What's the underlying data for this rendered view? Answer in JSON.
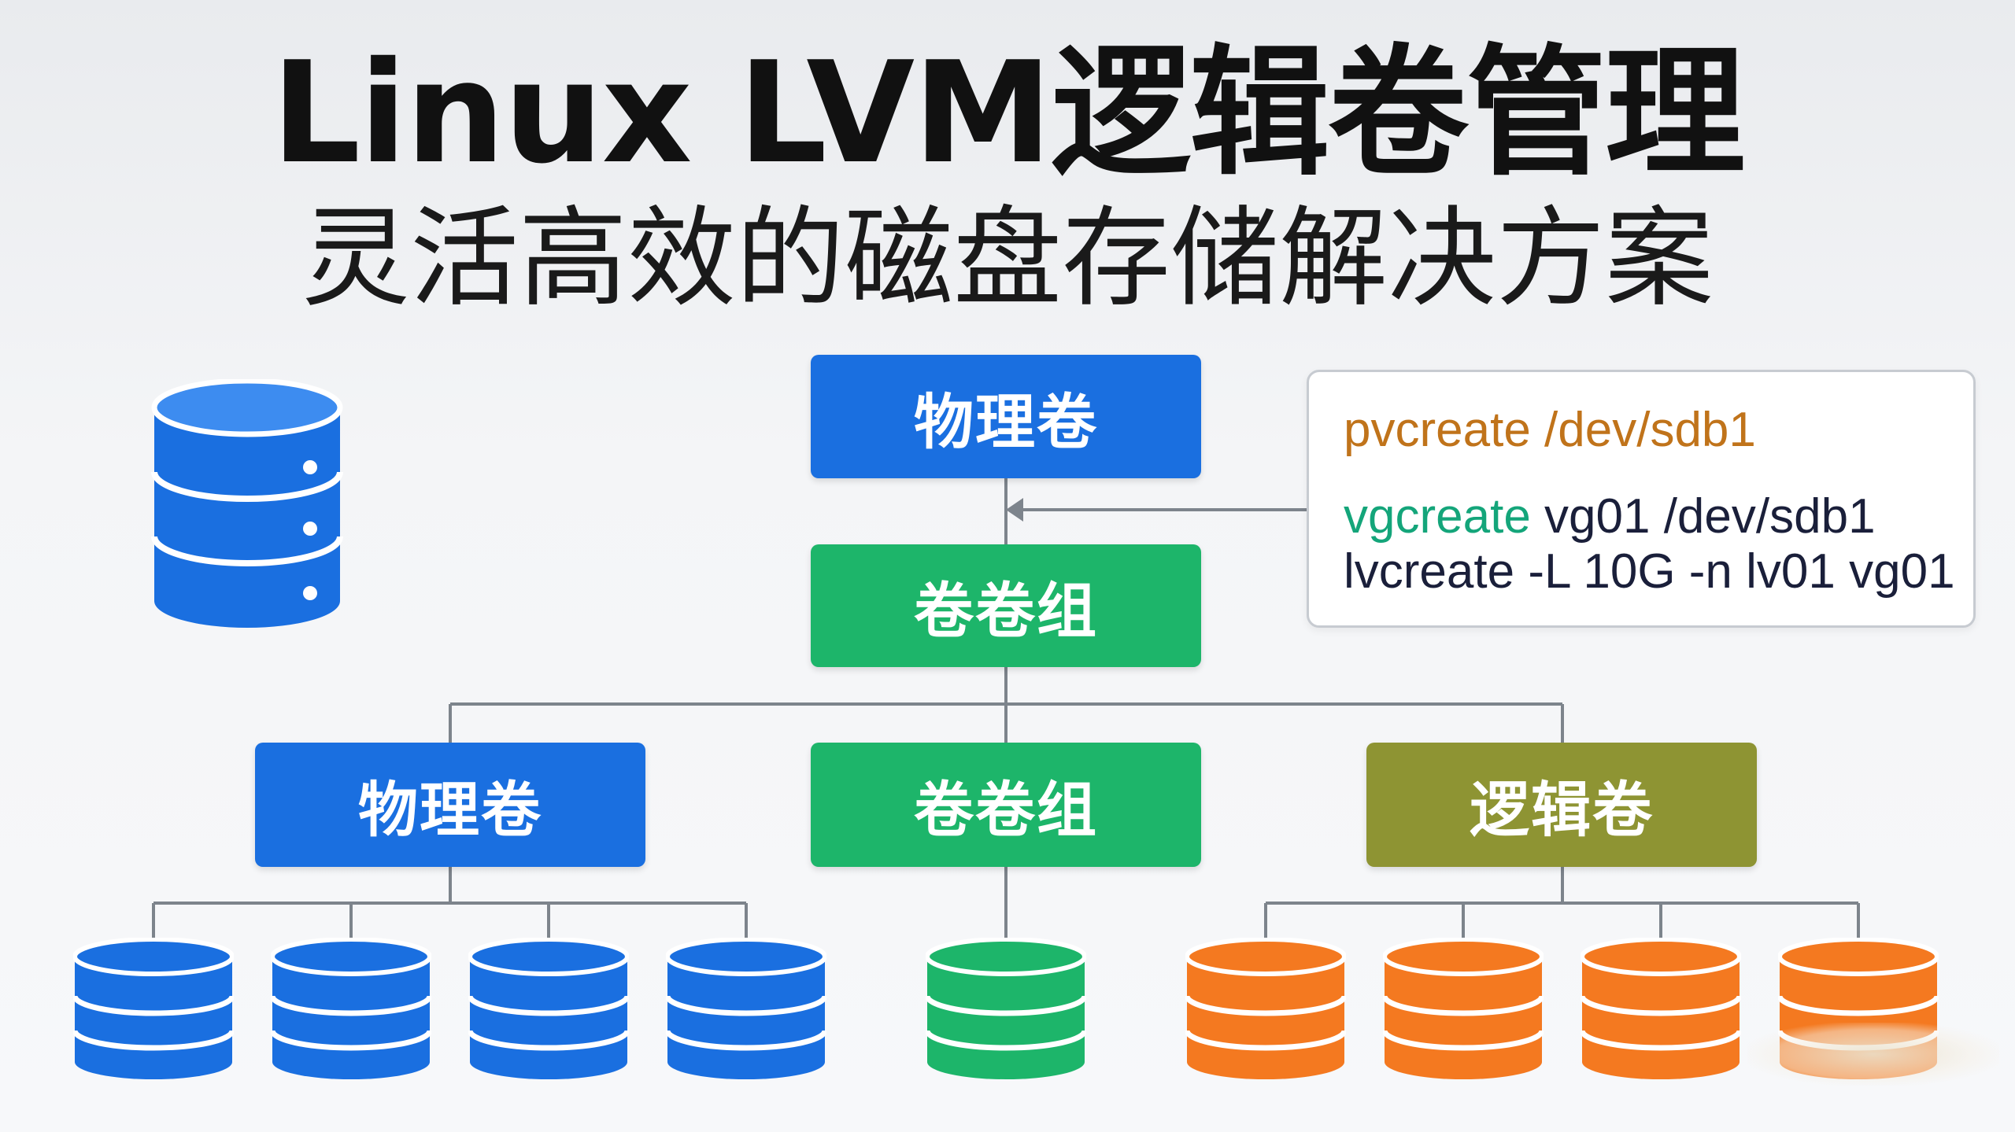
{
  "title": "Linux LVM逻辑卷管理",
  "subtitle": "灵活高效的磁盘存储解决方案",
  "top_boxes": {
    "physical_volume": "物理卷",
    "volume_group": "卷卷组"
  },
  "level2_boxes": {
    "physical_volume": "物理卷",
    "volume_group": "卷卷组",
    "logical_volume": "逻辑卷"
  },
  "commands": {
    "line1_keyword": "pvcreate",
    "line1_args": " /dev/sdb1",
    "line2_keyword": "vgcreate",
    "line2_args": " vg01 /dev/sdb1",
    "line3": "lvcreate -L 10G -n lv01 vg01"
  },
  "colors": {
    "blue": "#1a6fe0",
    "green": "#1db56a",
    "olive": "#8e9433",
    "orange": "#f47920",
    "connector": "#7d848c"
  },
  "icons": {
    "hero": "database-server-icon",
    "disk": "database-disk-icon"
  }
}
